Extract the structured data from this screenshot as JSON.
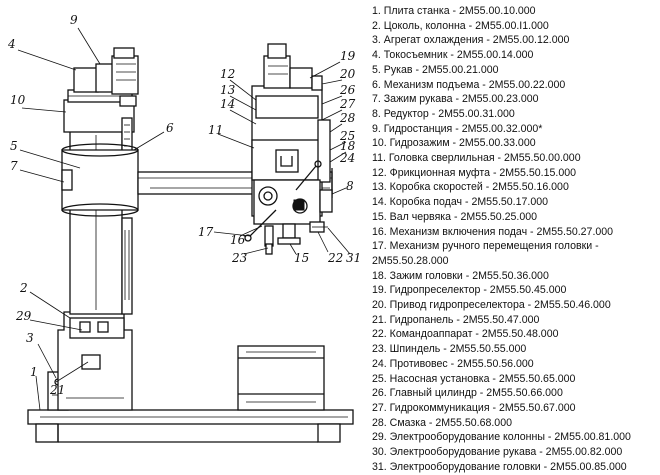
{
  "callouts": [
    "9",
    "4",
    "10",
    "5",
    "7",
    "6",
    "12",
    "13",
    "14",
    "11",
    "19",
    "20",
    "26",
    "27",
    "28",
    "25",
    "18",
    "24",
    "8",
    "17",
    "16",
    "23",
    "15",
    "22",
    "31",
    "3",
    "2",
    "29",
    "1",
    "21"
  ],
  "legend": [
    "1. Плита станка - 2М55.00.10.000",
    "2. Цоколь, колонна - 2М55.00.I1.000",
    "3. Агрегат охлаждения - 2М55.00.12.000",
    "4. Токосъемник - 2М55.00.14.000",
    "5. Рукав - 2М55.00.21.000",
    "6. Механизм подъема - 2М55.00.22.000",
    "7. Зажим рукава - 2М55.00.23.000",
    "8. Редуктор - 2М55.00.31.000",
    "9. Гидростанция - 2М55.00.32.000*",
    "10. Гидрозажим - 2М55.00.33.000",
    "11. Головка сверлильная - 2М55.50.00.000",
    "12. Фрикционная муфта - 2М55.50.15.000",
    "13. Коробка скоростей - 2М55.50.16.000",
    "14. Коробка подач - 2М55.50.17.000",
    "15. Вал червяка - 2М55.50.25.000",
    "16. Механизм включения подач - 2М55.50.27.000",
    "17. Механизм ручного перемещения головки - 2М55.50.28.000",
    "18. Зажим головки - 2М55.50.36.000",
    "19. Гидропреселектор - 2М55.50.45.000",
    "20. Привод гидропреселектора - 2М55.50.46.000",
    "21. Гидропанель - 2М55.50.47.000",
    "22. Командоаппарат - 2М55.50.48.000",
    "23. Шпиндель - 2М55.50.55.000",
    "24. Противовес - 2М55.50.56.000",
    "25. Насосная установка - 2М55.50.65.000",
    "26. Главный цилиндр - 2М55.50.66.000",
    "27. Гидрокоммуникация - 2М55.50.67.000",
    "28. Смазка - 2М55.50.68.000",
    "29. Электрооборудование колонны - 2М55.00.81.000",
    "30. Электрооборудование рукава - 2М55.00.82.000",
    "31. Электрооборудование головки - 2М55.00.85.000"
  ]
}
